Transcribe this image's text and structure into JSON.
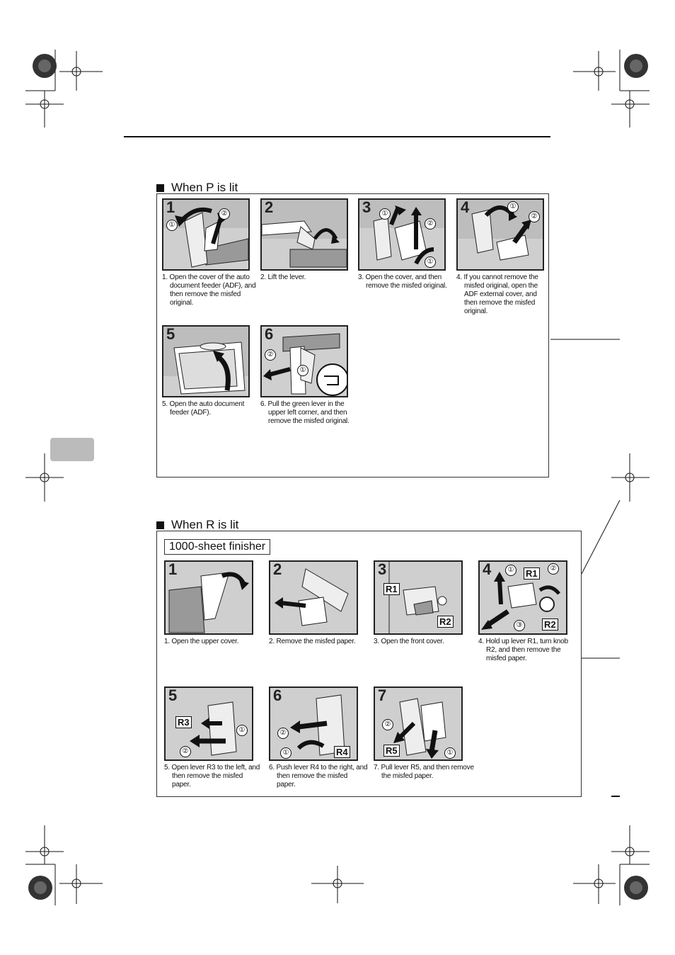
{
  "sections": {
    "p": {
      "heading": "When P is lit"
    },
    "r": {
      "heading": "When R is lit",
      "subheading": "1000-sheet finisher"
    }
  },
  "p_steps": [
    {
      "num": "1",
      "caption": "1. Open the cover of the auto document feeder (ADF), and then remove the misfed original.",
      "callouts": [
        "①",
        "②"
      ]
    },
    {
      "num": "2",
      "caption": "2. Lift the lever."
    },
    {
      "num": "3",
      "caption": "3. Open the cover, and then remove the misfed original.",
      "callouts": [
        "①",
        "②",
        "①"
      ]
    },
    {
      "num": "4",
      "caption": "4. If you cannot remove the misfed original, open the ADF external cover, and then remove the misfed original.",
      "callouts": [
        "①",
        "②"
      ]
    },
    {
      "num": "5",
      "caption": "5. Open the auto document feeder (ADF)."
    },
    {
      "num": "6",
      "caption": "6. Pull the green lever in the upper left corner, and then remove the misfed original.",
      "callouts": [
        "②",
        "①"
      ]
    }
  ],
  "r_steps": [
    {
      "num": "1",
      "caption": "1. Open the upper cover."
    },
    {
      "num": "2",
      "caption": "2. Remove the misfed paper."
    },
    {
      "num": "3",
      "caption": "3. Open the front cover.",
      "tags": [
        "R1",
        "R2"
      ]
    },
    {
      "num": "4",
      "caption": "4. Hold up lever R1, turn knob R2, and then remove the misfed paper.",
      "tags": [
        "R1",
        "R2"
      ],
      "callouts": [
        "①",
        "②",
        "③"
      ]
    },
    {
      "num": "5",
      "caption": "5. Open lever R3 to the left, and then remove the misfed paper.",
      "tags": [
        "R3"
      ],
      "callouts": [
        "①",
        "②"
      ]
    },
    {
      "num": "6",
      "caption": "6. Push lever R4 to the right, and then remove the misfed paper.",
      "tags": [
        "R4"
      ],
      "callouts": [
        "②",
        "①"
      ]
    },
    {
      "num": "7",
      "caption": "7. Pull lever R5, and then remove the misfed paper.",
      "tags": [
        "R5"
      ],
      "callouts": [
        "②",
        "①"
      ]
    }
  ]
}
